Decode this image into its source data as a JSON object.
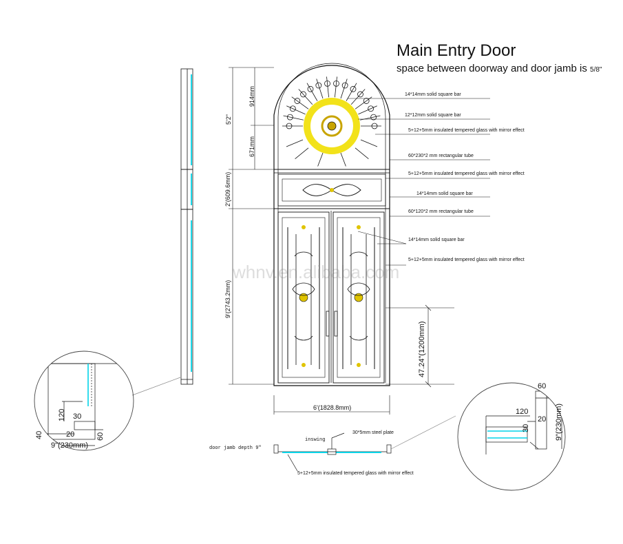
{
  "title": "Main Entry Door",
  "subtitle_text": "space between doorway and door jamb is ",
  "subtitle_frac": "5/8\"",
  "watermark": "whnv.en.alibaba.com",
  "colors": {
    "line": "#111111",
    "glass": "#00d4e8",
    "gold": "#f2e21a",
    "gold_dark": "#c8a400"
  },
  "callouts": {
    "c1": "14*14mm solid square bar",
    "c2": "12*12mm solid square bar",
    "c3": "5+12+5mm insulated tempered glass with mirror effect",
    "c4": "60*230*2 mm rectangular tube",
    "c5": "5+12+5mm insulated tempered glass with mirror effect",
    "c6": "14*14mm solid square bar",
    "c7": "60*120*2 mm rectangular tube",
    "c8": "14*14mm solid square bar",
    "c9": "5+12+5mm insulated tempered glass with mirror effect"
  },
  "dimensions": {
    "d914": "914mm",
    "d52": "5'2\"",
    "d671": "671mm",
    "d2ft": "2'(609.6mm)",
    "d9ft": "9'(2743.2mm)",
    "d6ft": "6'(1828.8mm)",
    "d47": "47.24\"(1200mm)"
  },
  "plan": {
    "inswing": "inswing",
    "plate": "30*5mm steel plate",
    "jamb_depth": "door jamb depth 9\"",
    "glass": "5+12+5mm insulated tempered glass with mirror effect"
  },
  "detail_left": {
    "n120": "120",
    "n30": "30",
    "n40": "40",
    "n20": "20",
    "n60": "60",
    "n9": "9\"(230mm)"
  },
  "detail_right": {
    "n60": "60",
    "n120": "120",
    "n20": "20",
    "n30": "30",
    "n9": "9\"(230mm)"
  }
}
